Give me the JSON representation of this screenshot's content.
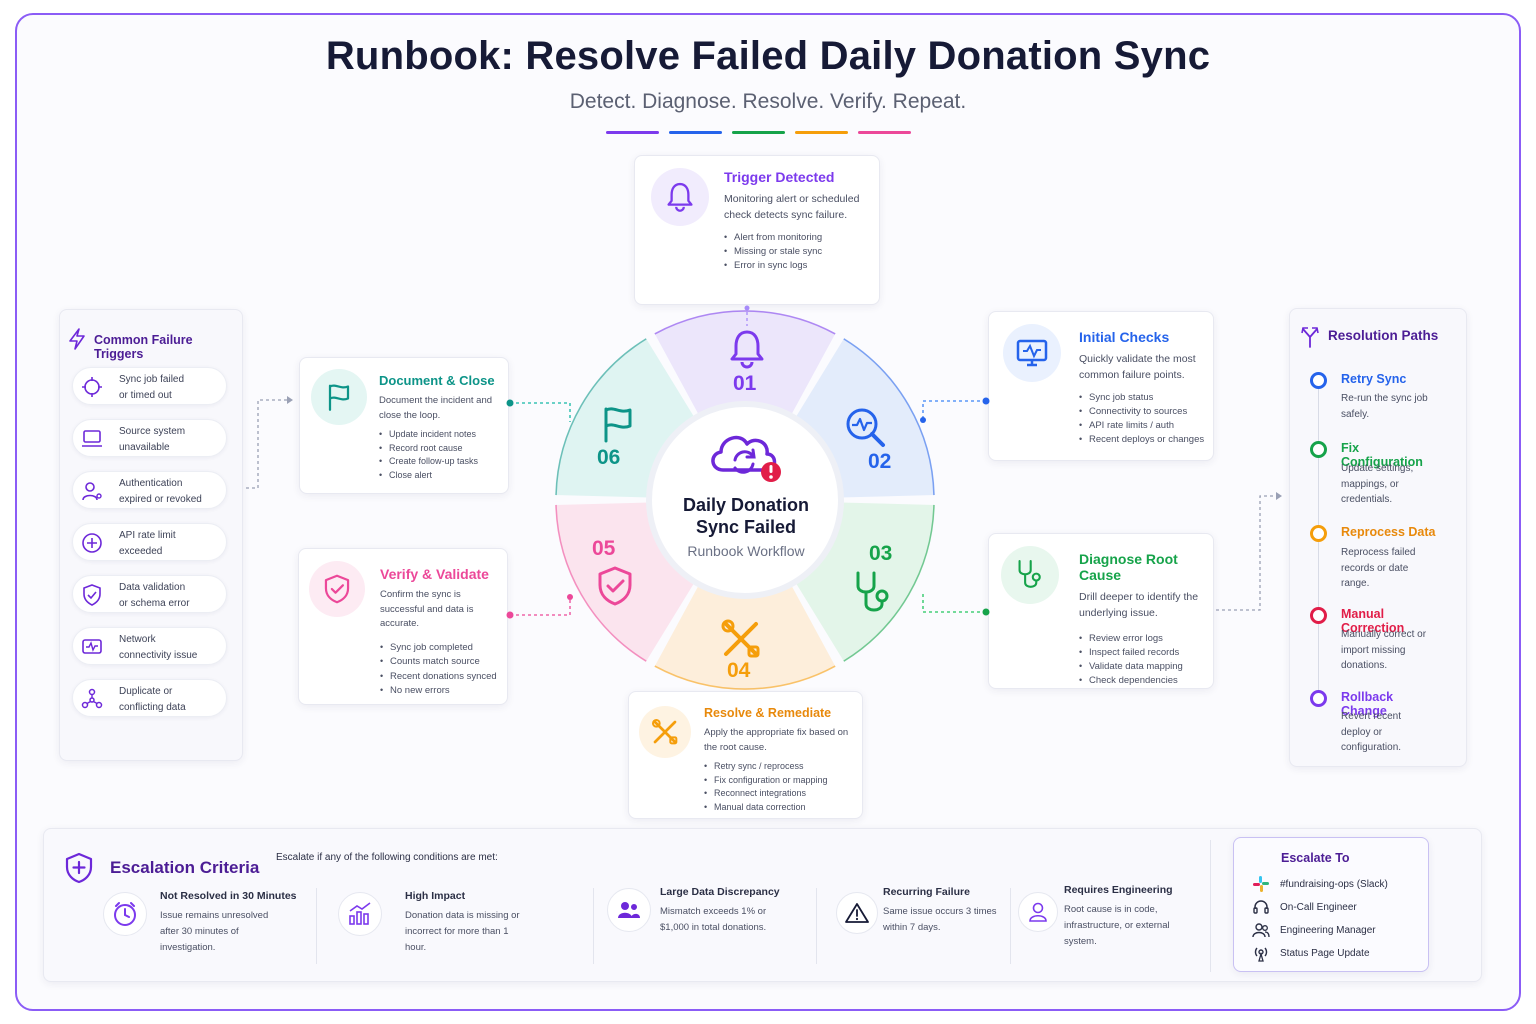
{
  "header": {
    "title": "Runbook:  Resolve Failed Daily Donation Sync",
    "subtitle": "Detect. Diagnose. Resolve. Verify. Repeat.",
    "bar_colors": [
      "#7c3aed",
      "#2563eb",
      "#16a34a",
      "#f59e0b",
      "#ec4899"
    ]
  },
  "center": {
    "line1": "Daily Donation",
    "line2": "Sync Failed",
    "line3": "Runbook Workflow"
  },
  "wheel": {
    "numbers": [
      "01",
      "02",
      "03",
      "04",
      "05",
      "06"
    ],
    "colors": [
      "#7c3aed",
      "#2563eb",
      "#16a34a",
      "#f59e0b",
      "#ec4899",
      "#0d9488"
    ]
  },
  "steps": {
    "trigger": {
      "title": "Trigger Detected",
      "desc": "Monitoring alert or scheduled check detects sync failure.",
      "items": [
        "Alert from monitoring",
        "Missing or stale sync",
        "Error in sync logs"
      ],
      "icon": "bell-icon",
      "color": "#7c3aed"
    },
    "initial": {
      "title": "Initial Checks",
      "desc": "Quickly validate the most common failure points.",
      "items": [
        "Sync job status",
        "Connectivity to sources",
        "API rate limits / auth",
        "Recent deploys or changes"
      ],
      "icon": "monitor-icon",
      "color": "#2563eb"
    },
    "diagnose": {
      "title": "Diagnose Root Cause",
      "desc": "Drill deeper to identify the underlying issue.",
      "items": [
        "Review error logs",
        "Inspect failed records",
        "Validate data mapping",
        "Check dependencies"
      ],
      "icon": "stethoscope-icon",
      "color": "#16a34a"
    },
    "resolve": {
      "title": "Resolve & Remediate",
      "desc": "Apply the appropriate fix based on the root cause.",
      "items": [
        "Retry sync / reprocess",
        "Fix configuration or mapping",
        "Reconnect integrations",
        "Manual data correction"
      ],
      "icon": "tools-icon",
      "color": "#f59e0b"
    },
    "verify": {
      "title": "Verify & Validate",
      "desc": "Confirm the sync is successful and data is accurate.",
      "items": [
        "Sync job completed",
        "Counts match source",
        "Recent donations synced",
        "No new errors"
      ],
      "icon": "shield-check-icon",
      "color": "#ec4899"
    },
    "document": {
      "title": "Document & Close",
      "desc": "Document the incident and close the loop.",
      "items": [
        "Update incident notes",
        "Record root cause",
        "Create follow-up tasks",
        "Close alert"
      ],
      "icon": "flag-icon",
      "color": "#0d9488"
    }
  },
  "failure_triggers": {
    "title": "Common Failure Triggers",
    "items": [
      {
        "line1": "Sync job failed",
        "line2": "or timed out",
        "icon": "sync-icon"
      },
      {
        "line1": "Source system",
        "line2": "unavailable",
        "icon": "server-icon"
      },
      {
        "line1": "Authentication",
        "line2": "expired or revoked",
        "icon": "user-key-icon"
      },
      {
        "line1": "API rate limit",
        "line2": "exceeded",
        "icon": "rate-limit-icon"
      },
      {
        "line1": "Data validation",
        "line2": "or schema error",
        "icon": "shield-icon"
      },
      {
        "line1": "Network",
        "line2": "connectivity issue",
        "icon": "network-icon"
      },
      {
        "line1": "Duplicate or",
        "line2": "conflicting data",
        "icon": "duplicate-icon"
      }
    ]
  },
  "resolution_paths": {
    "title": "Resolution Paths",
    "items": [
      {
        "title": "Retry Sync",
        "desc": "Re-run the sync job safely.",
        "color": "#2563eb"
      },
      {
        "title": "Fix Configuration",
        "desc": "Update settings, mappings, or credentials.",
        "color": "#16a34a"
      },
      {
        "title": "Reprocess Data",
        "desc": "Reprocess failed records or date range.",
        "color": "#f59e0b"
      },
      {
        "title": "Manual Correction",
        "desc": "Manually correct or import missing donations.",
        "color": "#e11d48"
      },
      {
        "title": "Rollback Change",
        "desc": "Revert recent deploy or configuration.",
        "color": "#7c3aed"
      }
    ]
  },
  "escalation": {
    "title": "Escalation Criteria",
    "intro": "Escalate if any of the following conditions are met:",
    "criteria": [
      {
        "title": "Not Resolved in 30 Minutes",
        "desc": "Issue remains unresolved after 30 minutes of investigation.",
        "icon": "clock-icon"
      },
      {
        "title": "High Impact",
        "desc": "Donation data is missing or incorrect for more than 1 hour.",
        "icon": "chart-icon"
      },
      {
        "title": "Large Data Discrepancy",
        "desc": "Mismatch exceeds 1% or $1,000 in total donations.",
        "icon": "users-icon"
      },
      {
        "title": "Recurring Failure",
        "desc": "Same issue occurs 3 times within 7 days.",
        "icon": "warning-icon"
      },
      {
        "title": "Requires Engineering",
        "desc": "Root cause is in code, infrastructure, or external system.",
        "icon": "engineer-icon"
      }
    ],
    "escalate_to": {
      "title": "Escalate To",
      "items": [
        {
          "label": "#fundraising-ops (Slack)",
          "icon": "slack-icon"
        },
        {
          "label": "On-Call Engineer",
          "icon": "headset-icon"
        },
        {
          "label": "Engineering Manager",
          "icon": "manager-icon"
        },
        {
          "label": "Status Page Update",
          "icon": "broadcast-icon"
        }
      ]
    }
  }
}
